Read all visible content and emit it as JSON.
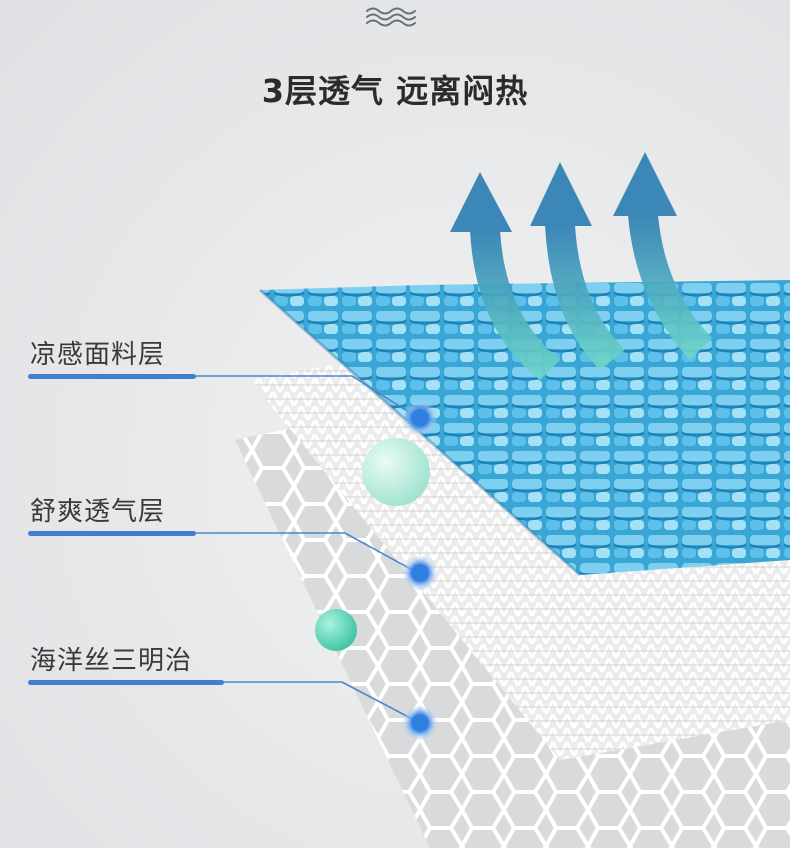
{
  "headline": "3层透气  远离闷热",
  "layers": [
    {
      "label": "凉感面料层"
    },
    {
      "label": "舒爽透气层"
    },
    {
      "label": "海洋丝三明治"
    }
  ],
  "colors": {
    "accent": "#3f7fd1",
    "blue_fabric": "#58bde3",
    "arrow_top": "#2d7fb4",
    "arrow_bottom": "#6fd8c9"
  },
  "icons": [
    "wave-icon"
  ]
}
